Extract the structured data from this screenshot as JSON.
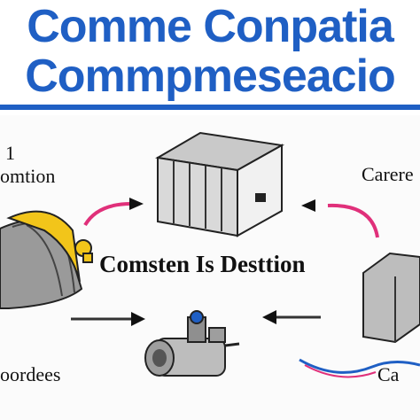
{
  "banner": {
    "line1": "Comme Conpatia",
    "line2": "Commpmeseacio",
    "color": "#1f5fc4"
  },
  "diagram": {
    "center_label": "Comsten Is Desttion",
    "top_left_number": "1",
    "top_left_label": "omtion",
    "top_right_label": "Carere",
    "bottom_left_label": "oordees",
    "bottom_right_label": "Ca",
    "nodes": [
      "box-unit-icon",
      "tank-icon",
      "pump-icon",
      "condenser-unit-icon"
    ],
    "arrow_color_accent": "#e0307a"
  }
}
